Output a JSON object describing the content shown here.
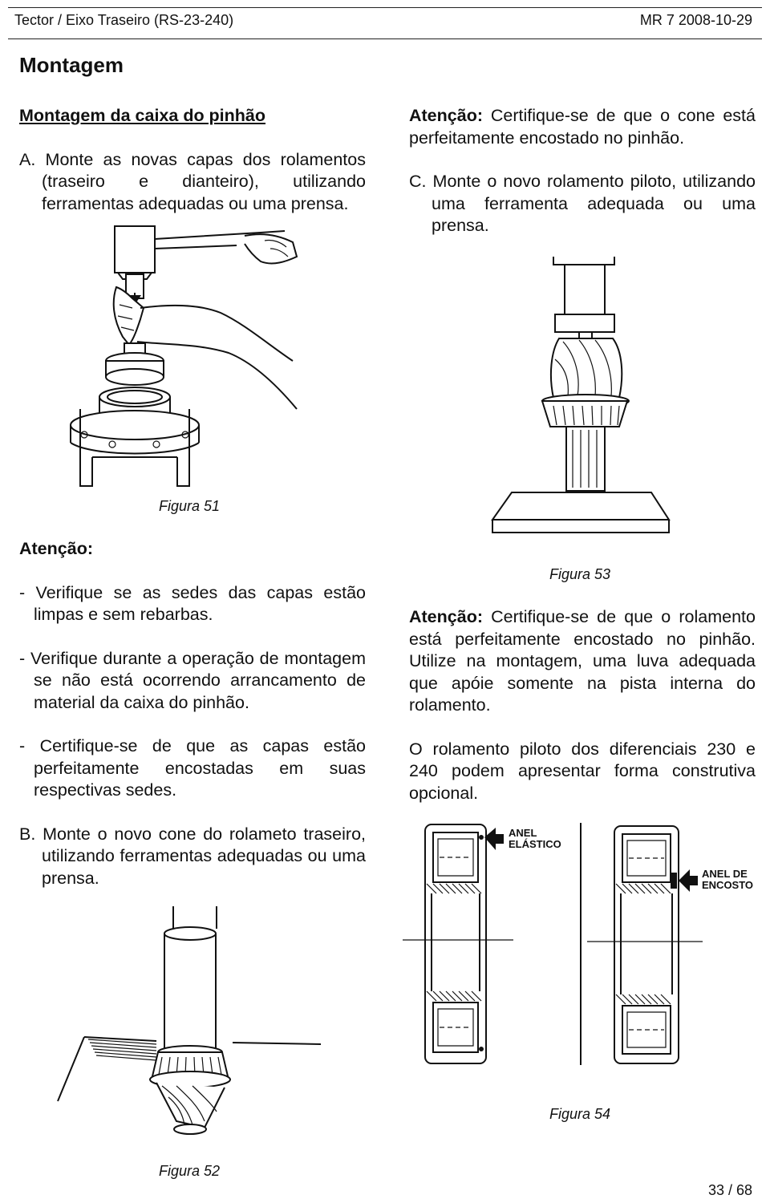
{
  "header": {
    "left": "Tector / Eixo Traseiro (RS-23-240)",
    "right": "MR 7 2008-10-29"
  },
  "title": "Montagem",
  "left_col": {
    "subtitle": "Montagem da caixa do pinhão",
    "step_a": "A. Monte as novas capas dos rolamentos (traseiro e dianteiro), utilizando ferramentas adequadas ou uma prensa.",
    "fig51": "Figura 51",
    "attention_heading": "Atenção:",
    "bullets": [
      "- Verifique se as sedes das capas estão limpas e sem rebarbas.",
      "- Verifique durante a operação de montagem se não está ocorrendo arrancamento de material da caixa do pinhão.",
      "- Certifique-se de que as capas estão perfeitamente encostadas em suas respectivas sedes."
    ],
    "step_b": "B. Monte o novo cone do rolameto traseiro, utilizando ferramentas adequadas ou uma prensa.",
    "fig52": "Figura 52"
  },
  "right_col": {
    "attn1_label": "Atenção:",
    "attn1_text": " Certifique-se de que o cone está perfeitamente encostado no pinhão.",
    "step_c": "C. Monte o novo rolamento piloto, utilizando uma ferramenta adequada ou uma prensa.",
    "fig53": "Figura 53",
    "attn2_label": "Atenção:",
    "attn2_text": " Certifique-se de que o rolamento está perfeitamente encostado no pinhão. Utilize na montagem, uma luva adequada que apóie somente na pista interna do rolamento.",
    "para_pilot": "O rolamento piloto dos diferenciais 230 e 240 podem apresentar forma construtiva opcional.",
    "label_anel_elastico_1": "ANEL",
    "label_anel_elastico_2": "ELÁSTICO",
    "label_anel_encosto_1": "ANEL DE",
    "label_anel_encosto_2": "ENCOSTO",
    "fig54": "Figura 54"
  },
  "footer": {
    "page": "33 / 68"
  }
}
